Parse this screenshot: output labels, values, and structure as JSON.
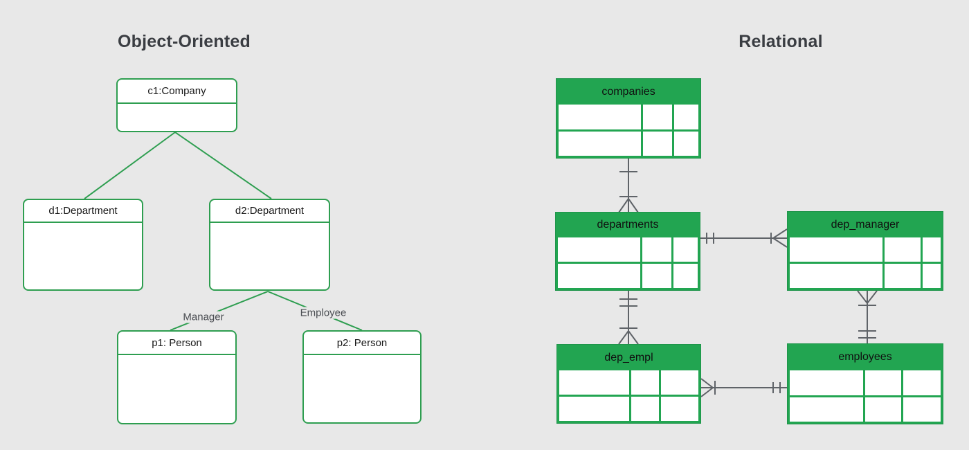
{
  "titles": {
    "left": "Object-Oriented",
    "right": "Relational"
  },
  "oo_model": {
    "objects": {
      "c1": "c1:Company",
      "d1": "d1:Department",
      "d2": "d2:Department",
      "p1": "p1: Person",
      "p2": "p2: Person"
    },
    "links": [
      {
        "from": "c1",
        "to": "d1",
        "label": ""
      },
      {
        "from": "c1",
        "to": "d2",
        "label": ""
      },
      {
        "from": "d2",
        "to": "p1",
        "label": "Manager"
      },
      {
        "from": "d2",
        "to": "p2",
        "label": "Employee"
      }
    ],
    "link_labels": {
      "manager": "Manager",
      "employee": "Employee"
    }
  },
  "relational_model": {
    "tables": {
      "companies": {
        "name": "companies",
        "rows": 2,
        "columns": 3
      },
      "departments": {
        "name": "departments",
        "rows": 2,
        "columns": 3
      },
      "dep_manager": {
        "name": "dep_manager",
        "rows": 2,
        "columns": 3
      },
      "dep_empl": {
        "name": "dep_empl",
        "rows": 2,
        "columns": 3
      },
      "employees": {
        "name": "employees",
        "rows": 2,
        "columns": 3
      }
    },
    "relationships": [
      {
        "from": "companies",
        "to": "departments",
        "from_cardinality": "one",
        "to_cardinality": "one-or-many"
      },
      {
        "from": "departments",
        "to": "dep_manager",
        "from_cardinality": "exactly-one",
        "to_cardinality": "one-or-many"
      },
      {
        "from": "departments",
        "to": "dep_empl",
        "from_cardinality": "exactly-one",
        "to_cardinality": "one-or-many"
      },
      {
        "from": "dep_manager",
        "to": "employees",
        "from_cardinality": "one-or-many",
        "to_cardinality": "exactly-one"
      },
      {
        "from": "dep_empl",
        "to": "employees",
        "from_cardinality": "one-or-many",
        "to_cardinality": "exactly-one"
      }
    ]
  },
  "colors": {
    "green_fill": "#22A551",
    "green_stroke": "#2E9E50",
    "connector_gray": "#5F6368",
    "background": "#E8E8E8",
    "title_color": "#3A3D42",
    "label_color": "#4A4D52"
  }
}
